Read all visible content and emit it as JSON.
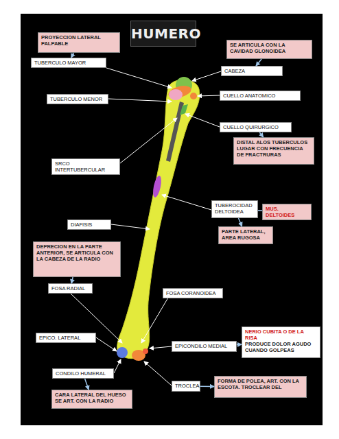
{
  "diagram": {
    "title": "HUMERO",
    "nodes": [
      {
        "text": [
          "PROYECCION LATERAL PALPABLE"
        ]
      },
      {
        "text": [
          "TUBERCULO MAYOR"
        ]
      },
      {
        "text": [
          "SE ARTICULA CON LA CAVIDAD GLONOIDEA"
        ]
      },
      {
        "text": [
          "CABEZA"
        ]
      },
      {
        "text": [
          "TUBERCULO MENOR"
        ]
      },
      {
        "text": [
          "CUELLO ANATOMICO"
        ]
      },
      {
        "text": [
          "CUELLO QUIRURGICO"
        ]
      },
      {
        "text": [
          "DISTAL ALOS TUBERCULOS LUGAR CON FRECUENCIA DE FRACTRURAS"
        ]
      },
      {
        "text": [
          "SRCO INTERTUBERCULAR"
        ]
      },
      {
        "text": [
          "TUBEROCIDAD DELTOIDEA"
        ]
      },
      {
        "text": [
          "MUS. DELTOIDES"
        ]
      },
      {
        "text": [
          "PARTE LATERAL, AREA RUGOSA"
        ]
      },
      {
        "text": [
          "DIAFISIS"
        ]
      },
      {
        "text": [
          "DEPRECION EN LA PARTE ANTERIOR, SE ARTICULA CON LA CABEZA DE LA RADIO"
        ]
      },
      {
        "text": [
          "FOSA RADIAL"
        ]
      },
      {
        "text": [
          "FOSA CORANOIDEA"
        ]
      },
      {
        "text": [
          "EPICO. LATERAL"
        ]
      },
      {
        "text": [
          "EPICONDILO MEDIAL"
        ]
      },
      {
        "text": [
          "NERIO CUBITA O DE LA RISA",
          "PRODUCE DOLOR AGUDO CUANDO GOLPEAS"
        ]
      },
      {
        "text": [
          "CONDILO HUMERAL"
        ]
      },
      {
        "text": [
          "CARA LATERAL DEL HUESO SE ART. CON LA RADIO"
        ]
      },
      {
        "text": [
          "TROCLEA"
        ]
      },
      {
        "text": [
          "FORMA DE POLEA, ART. CON LA ESCOTA. TROCLEAR DEL"
        ]
      }
    ],
    "edges": [
      {
        "from": 0,
        "to": 1,
        "arrow": "to"
      },
      {
        "from": 2,
        "to": 3,
        "arrow": "to"
      },
      {
        "from": 6,
        "to": 7,
        "arrow": "to"
      },
      {
        "from": 9,
        "to": 10,
        "arrow": "none"
      },
      {
        "from": 9,
        "to": 11,
        "arrow": "to"
      },
      {
        "from": 13,
        "to": 14,
        "arrow": "to"
      },
      {
        "from": 17,
        "to": 18,
        "arrow": "to"
      },
      {
        "from": 19,
        "to": 20,
        "arrow": "to"
      },
      {
        "from": 21,
        "to": 22,
        "arrow": "to"
      }
    ]
  }
}
